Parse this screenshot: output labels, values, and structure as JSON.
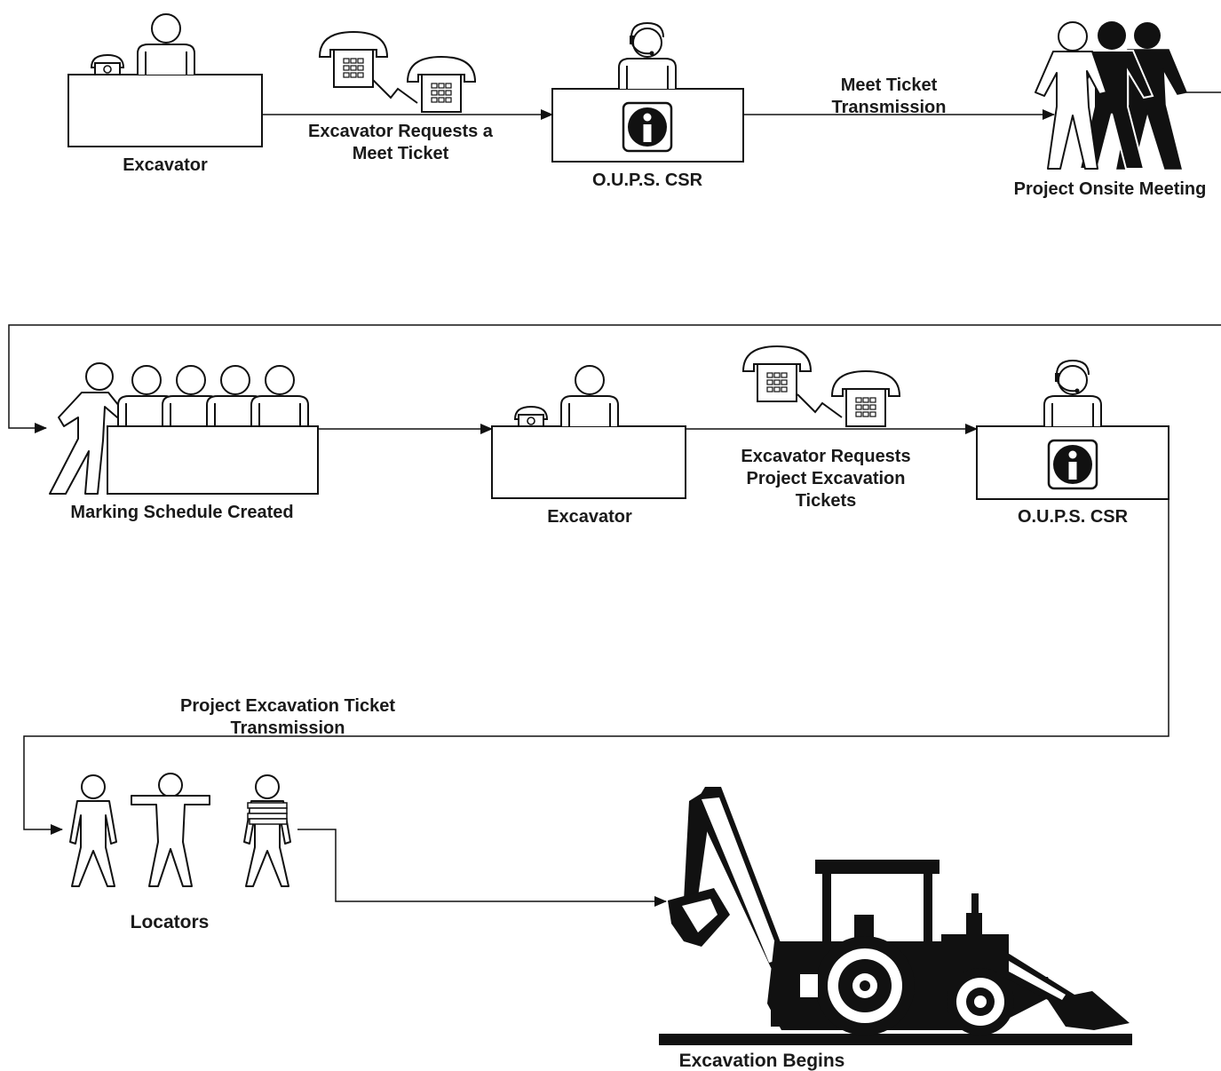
{
  "nodes": {
    "excavator_1": "Excavator",
    "csr_1": "O.U.P.S. CSR",
    "onsite_meeting": "Project Onsite Meeting",
    "marking_schedule": "Marking Schedule Created",
    "excavator_2": "Excavator",
    "csr_2": "O.U.P.S. CSR",
    "locators": "Locators",
    "excavation_begins": "Excavation Begins"
  },
  "edges": {
    "request_meet_ticket": [
      "Excavator Requests a",
      "Meet Ticket"
    ],
    "meet_ticket_transmission": [
      "Meet Ticket",
      "Transmission"
    ],
    "request_project_tickets": [
      "Excavator Requests",
      "Project Excavation",
      "Tickets"
    ],
    "project_ticket_transmission": [
      "Project Excavation Ticket",
      "Transmission"
    ]
  },
  "icons": {
    "telephone": "telephone-icon",
    "info": "info-icon",
    "headset": "headset-person-icon",
    "backhoe": "backhoe-icon"
  },
  "colors": {
    "ink": "#111111",
    "paper": "#ffffff"
  }
}
